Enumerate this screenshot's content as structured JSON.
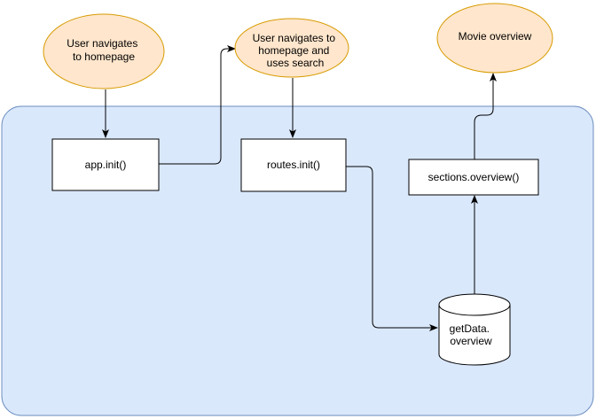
{
  "colors": {
    "container_fill": "#dae8fc",
    "container_stroke": "#6c8ebf",
    "ellipse_fill": "#ffe6cc",
    "ellipse_stroke": "#d79b00",
    "box_fill": "#ffffff",
    "line": "#000000"
  },
  "nodes": {
    "start_home": {
      "lines": [
        "User navigates",
        "to homepage"
      ]
    },
    "start_search": {
      "lines": [
        "User navigates to",
        "homepage and",
        "uses search"
      ]
    },
    "end_overview": {
      "lines": [
        "Movie overview"
      ]
    },
    "app_init": {
      "label": "app.init()"
    },
    "routes_init": {
      "label": "routes.init()"
    },
    "sections_overview": {
      "label": "sections.overview()"
    },
    "get_data": {
      "lines": [
        "getData.",
        "overview"
      ]
    }
  }
}
